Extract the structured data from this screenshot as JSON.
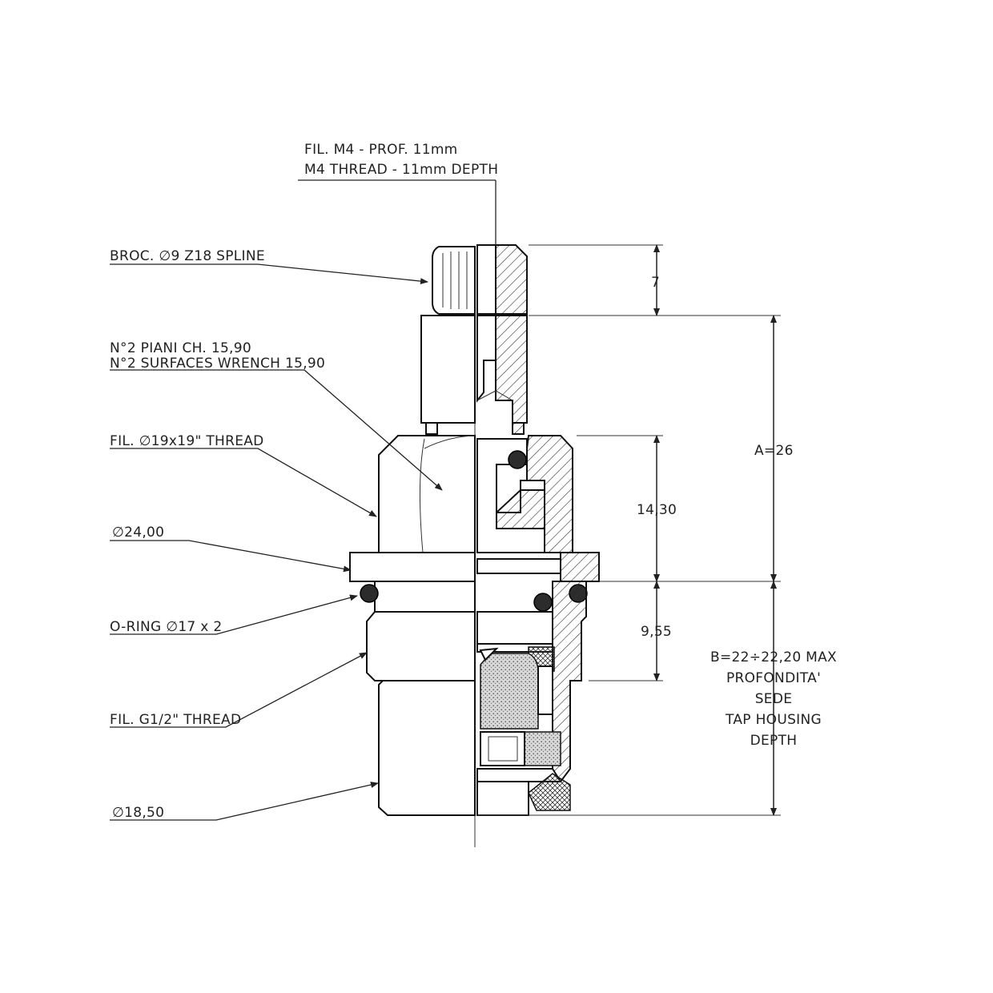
{
  "callouts": {
    "m4_thread_it": "FIL. M4 - PROF. 11mm",
    "m4_thread_en": "M4 THREAD - 11mm DEPTH",
    "spline": "BROC. ∅9 Z18 SPLINE",
    "wrench_it": "N°2 PIANI CH. 15,90",
    "wrench_en": "N°2 SURFACES WRENCH 15,90",
    "thread_19": "FIL. ∅19x19\" THREAD",
    "diameter_24": "∅24,00",
    "oring": "O-RING ∅17 x 2",
    "thread_g12": "FIL. G1/2\" THREAD",
    "diameter_1850": "∅18,50"
  },
  "dimensions": {
    "top_height": "7",
    "a_height": "A=26",
    "body_height": "14,30",
    "lower_height": "9,55",
    "b_line1": "B=22÷22,20 MAX",
    "b_line2": "PROFONDITA'",
    "b_line3": "SEDE",
    "b_line4": "TAP HOUSING",
    "b_line5": "DEPTH"
  }
}
